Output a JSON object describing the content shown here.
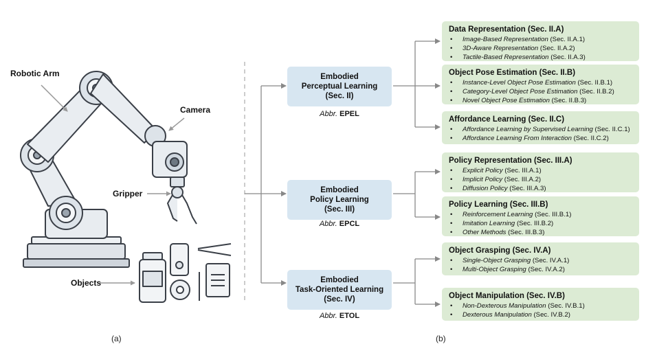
{
  "left": {
    "labels": {
      "robotic_arm": "Robotic Arm",
      "camera": "Camera",
      "gripper": "Gripper",
      "objects": "Objects"
    },
    "caption": "(a)"
  },
  "right": {
    "caption": "(b)",
    "categories": [
      {
        "lines": [
          "Embodied",
          "Perceptual Learning",
          "(Sec. II)"
        ],
        "abbr_prefix": "Abbr.",
        "abbr": "EPEL",
        "groups": [
          {
            "title": "Data Representation (Sec. II.A)",
            "items": [
              {
                "name": "Image-Based Representation",
                "ref": "(Sec. II.A.1)"
              },
              {
                "name": "3D-Aware Representation",
                "ref": "(Sec. II.A.2)"
              },
              {
                "name": "Tactile-Based Representation",
                "ref": "(Sec. II.A.3)"
              }
            ]
          },
          {
            "title": "Object Pose Estimation (Sec. II.B)",
            "items": [
              {
                "name": "Instance-Level Object Pose Estimation",
                "ref": "(Sec. II.B.1)"
              },
              {
                "name": "Category-Level Object Pose Estimation",
                "ref": "(Sec. II.B.2)"
              },
              {
                "name": "Novel Object Pose Estimation",
                "ref": "(Sec. II.B.3)"
              }
            ]
          },
          {
            "title": "Affordance Learning (Sec. II.C)",
            "items": [
              {
                "name": "Affordance Learning by Supervised Learning",
                "ref": "(Sec. II.C.1)"
              },
              {
                "name": "Affordance Learning From Interaction",
                "ref": "(Sec. II.C.2)"
              }
            ]
          }
        ]
      },
      {
        "lines": [
          "Embodied",
          "Policy Learning",
          "(Sec. III)"
        ],
        "abbr_prefix": "Abbr.",
        "abbr": "EPCL",
        "groups": [
          {
            "title": "Policy Representation (Sec. III.A)",
            "items": [
              {
                "name": "Explicit Policy",
                "ref": "(Sec. III.A.1)"
              },
              {
                "name": "Implicit Policy",
                "ref": "(Sec. III.A.2)"
              },
              {
                "name": "Diffusion Policy",
                "ref": "(Sec. III.A.3)"
              }
            ]
          },
          {
            "title": "Policy Learning (Sec. III.B)",
            "items": [
              {
                "name": "Reinforcement Learning",
                "ref": "(Sec. III.B.1)"
              },
              {
                "name": "Imitation Learning",
                "ref": "(Sec. III.B.2)"
              },
              {
                "name": "Other Methods",
                "ref": "(Sec. III.B.3)"
              }
            ]
          }
        ]
      },
      {
        "lines": [
          "Embodied",
          "Task-Oriented Learning",
          "(Sec. IV)"
        ],
        "abbr_prefix": "Abbr.",
        "abbr": "ETOL",
        "groups": [
          {
            "title": "Object Grasping (Sec. IV.A)",
            "items": [
              {
                "name": "Single-Object Grasping",
                "ref": "(Sec. IV.A.1)"
              },
              {
                "name": "Multi-Object Grasping",
                "ref": "(Sec. IV.A.2)"
              }
            ]
          },
          {
            "title": "Object Manipulation (Sec. IV.B)",
            "items": [
              {
                "name": "Non-Dexterous Manipulation",
                "ref": "(Sec. IV.B.1)"
              },
              {
                "name": "Dexterous Manipulation",
                "ref": "(Sec. IV.B.2)"
              }
            ]
          }
        ]
      }
    ]
  }
}
